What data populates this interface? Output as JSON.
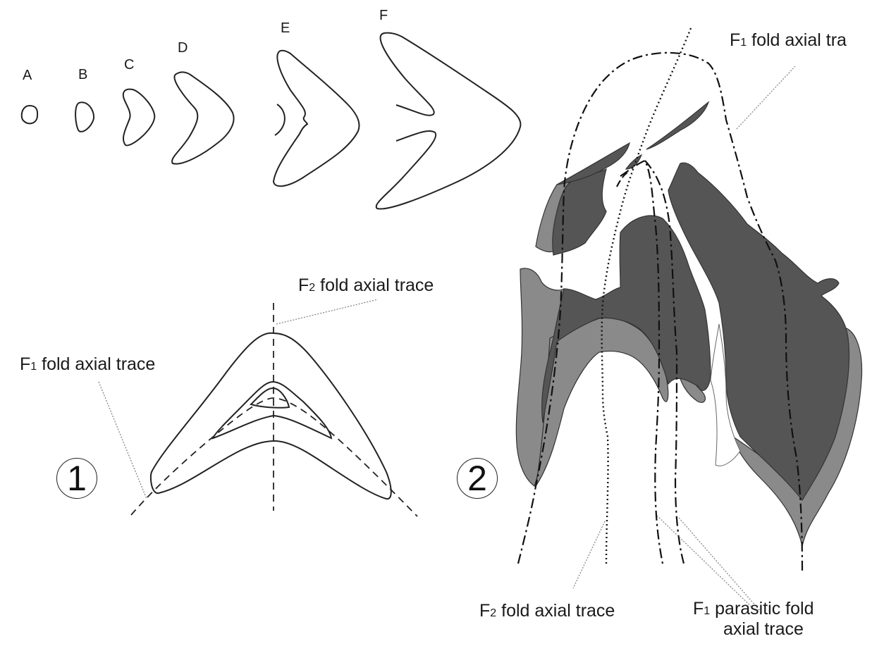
{
  "figure": {
    "stages": [
      {
        "label": "A"
      },
      {
        "label": "B"
      },
      {
        "label": "C"
      },
      {
        "label": "D"
      },
      {
        "label": "E"
      },
      {
        "label": "F"
      }
    ],
    "panel1": {
      "number": "1",
      "f2_label": {
        "prefix": "F",
        "sub": "2",
        "text": " fold axial trace"
      },
      "f1_label": {
        "prefix": "F",
        "sub": "1",
        "text": " fold axial trace"
      }
    },
    "panel2": {
      "number": "2",
      "f1_top_label": {
        "prefix": "F",
        "sub": "1",
        "text": " fold axial tra"
      },
      "f2_bottom_label": {
        "prefix": "F",
        "sub": "2",
        "text": " fold axial trace"
      },
      "f1_parasitic_label": {
        "prefix": "F",
        "sub": "1",
        "text": " parasitic fold",
        "line2": "axial trace"
      }
    },
    "colors": {
      "line": "#222222",
      "dark_fill": "#555555",
      "mid_fill": "#8a8a8a",
      "leader": "#888888",
      "background": "#ffffff"
    }
  }
}
